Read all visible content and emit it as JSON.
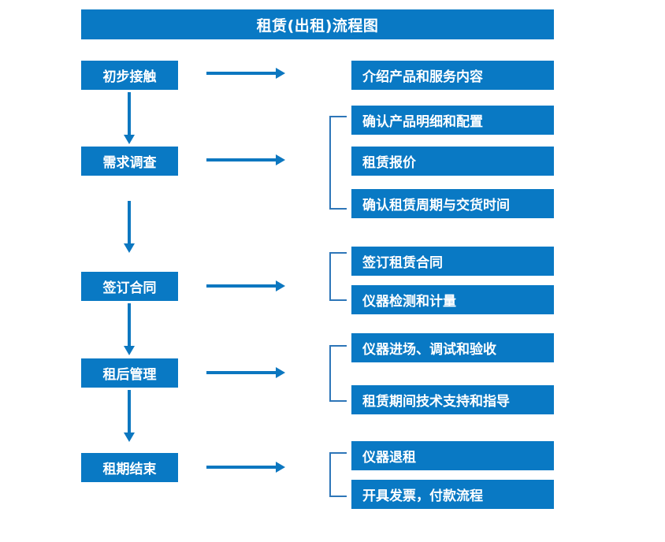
{
  "chart_title": "租赁(出租)流程图",
  "colors": {
    "box_blue": "#0979C4",
    "arrow_blue": "#0C77C0",
    "bracket_blue": "#2E76B8",
    "text_white": "#FFFFFF",
    "background": "#FFFFFF"
  },
  "stages": [
    {
      "label": "初步接触",
      "details": [
        "介绍产品和服务内容"
      ],
      "has_bracket": false
    },
    {
      "label": "需求调查",
      "details": [
        "确认产品明细和配置",
        "租赁报价",
        "确认租赁周期与交货时间"
      ],
      "has_bracket": true
    },
    {
      "label": "签订合同",
      "details": [
        "签订租赁合同",
        "仪器检测和计量"
      ],
      "has_bracket": true
    },
    {
      "label": "租后管理",
      "details": [
        "仪器进场、调试和验收",
        "租赁期间技术支持和指导"
      ],
      "has_bracket": true
    },
    {
      "label": "租期结束",
      "details": [
        "仪器退租",
        "开具发票，付款流程"
      ],
      "has_bracket": true
    }
  ],
  "detail_boxes": [
    "介绍产品和服务内容",
    "确认产品明细和配置",
    "租赁报价",
    "确认租赁周期与交货时间",
    "签订租赁合同",
    "仪器检测和计量",
    "仪器进场、调试和验收",
    "租赁期间技术支持和指导",
    "仪器退租",
    "开具发票，付款流程"
  ],
  "stage_labels": [
    "初步接触",
    "需求调查",
    "签订合同",
    "租后管理",
    "租期结束"
  ]
}
